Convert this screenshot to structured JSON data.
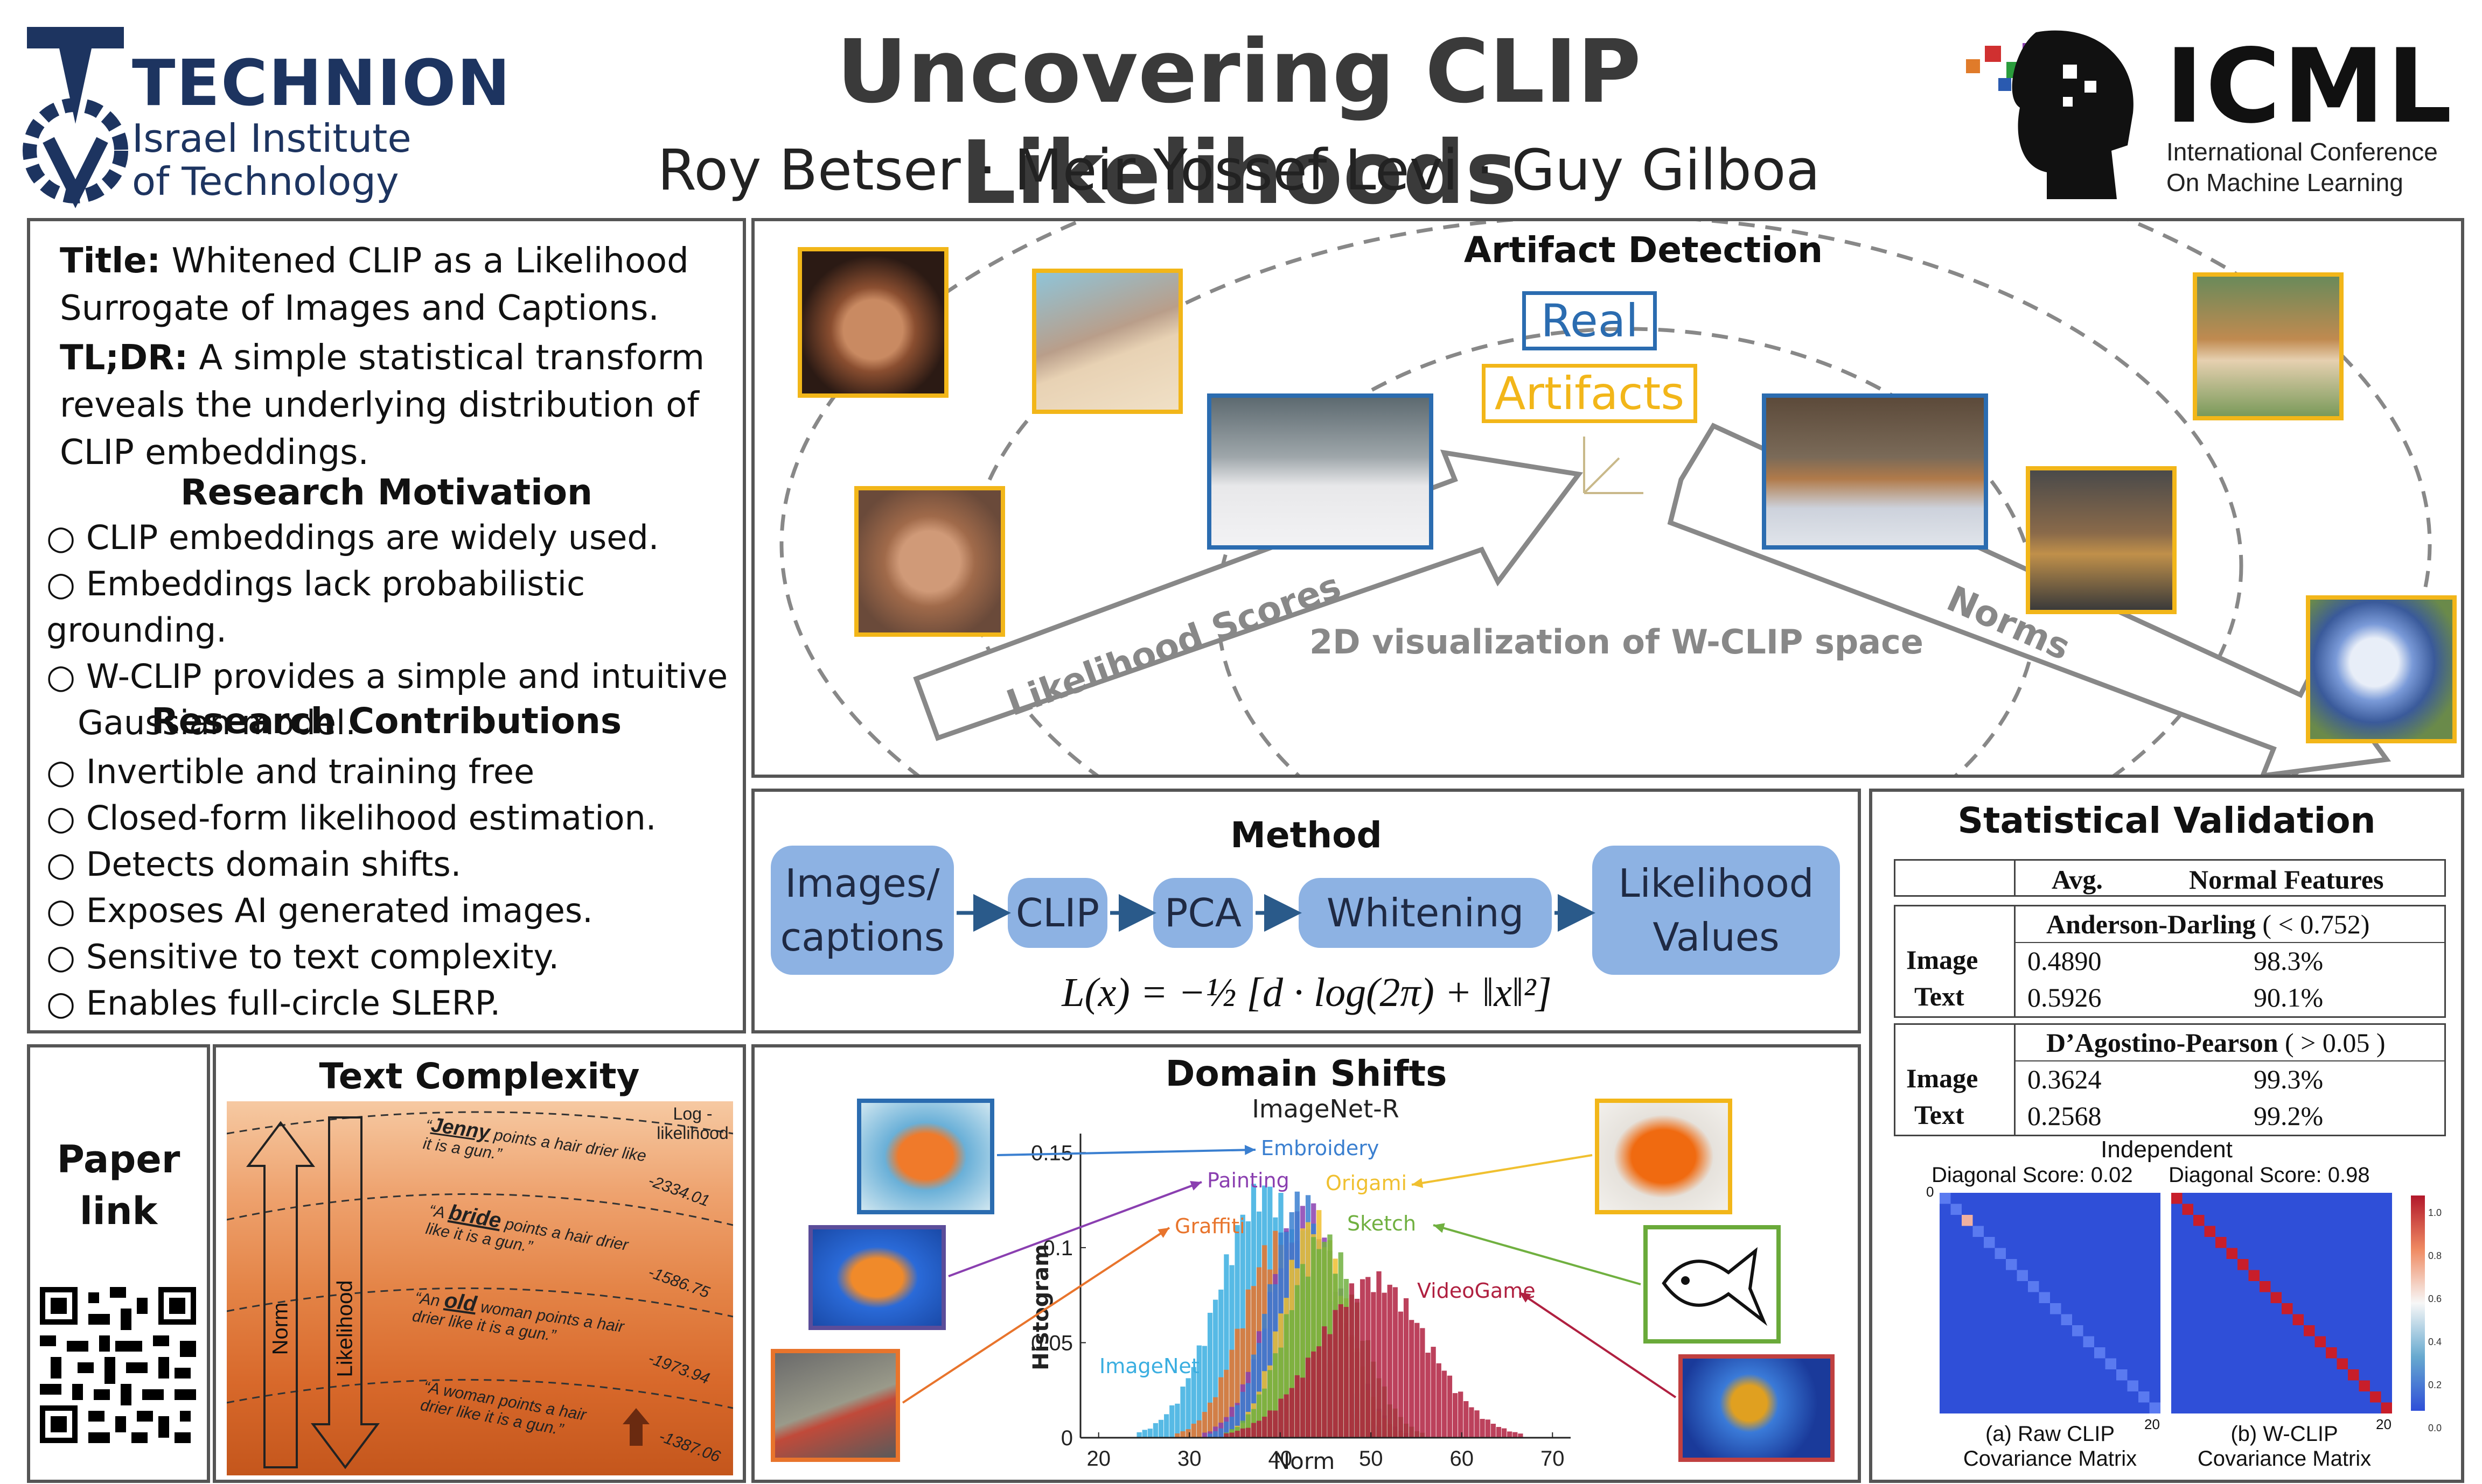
{
  "header": {
    "title": "Uncovering CLIP Likelihoods",
    "authors": "Roy Betser · Meir Yossef Levi · Guy Gilboa",
    "technion": {
      "line1": "TECHNION",
      "line2": "Israel Institute",
      "line3": "of Technology"
    },
    "icml": {
      "big": "ICML",
      "line1": "International Conference",
      "line2": "On Machine Learning"
    }
  },
  "summary": {
    "title_label": "Title:",
    "title_text": " Whitened CLIP as a Likelihood Surrogate of Images and Captions.",
    "tldr_label": "TL;DR:",
    "tldr_text": " A simple statistical transform reveals the underlying distribution of CLIP embeddings.",
    "motivation_heading": "Research Motivation",
    "motivation": [
      "CLIP embeddings are widely used.",
      "Embeddings lack probabilistic grounding.",
      "W-CLIP provides a simple and intuitive Gaussian model."
    ],
    "contributions_heading": "Research Contributions",
    "contributions": [
      "Invertible and training free",
      "Closed-form likelihood estimation.",
      "Detects domain shifts.",
      "Exposes AI generated images.",
      "Sensitive to text complexity.",
      "Enables full-circle SLERP."
    ]
  },
  "artifact": {
    "heading": "Artifact Detection",
    "legend_real": "Real",
    "legend_artifacts": "Artifacts",
    "arrow_left": "Likelihood Scores",
    "arrow_right": "Norms",
    "caption": "2D visualization of W-CLIP space"
  },
  "method": {
    "heading": "Method",
    "steps": [
      "Images/ captions",
      "CLIP",
      "PCA",
      "Whitening",
      "Likelihood Values"
    ],
    "formula": "L(x) = −½ [d · log(2π) + ‖x‖²]"
  },
  "statval": {
    "heading": "Statistical Validation",
    "col_avg": "Avg.",
    "col_normal": "Normal Features",
    "test1": "Anderson-Darling",
    "test1_cond": " ( < 0.752)",
    "test2": "D’Agostino-Pearson",
    "test2_cond": " ( > 0.05 )",
    "row_image": "Image",
    "row_text": "Text",
    "ad_image_avg": "0.4890",
    "ad_image_norm": "98.3%",
    "ad_text_avg": "0.5926",
    "ad_text_norm": "90.1%",
    "dp_image_avg": "0.3624",
    "dp_image_norm": "99.3%",
    "dp_text_avg": "0.2568",
    "dp_text_norm": "99.2%",
    "independent": "Independent",
    "score_a": "Diagonal Score: 0.02",
    "score_b": "Diagonal Score: 0.98",
    "tick0": "0",
    "tick20": "20",
    "cap_a1": "(a) Raw CLIP",
    "cap_a2": "Covariance Matrix",
    "cap_b1": "(b) W-CLIP",
    "cap_b2": "Covariance Matrix",
    "cbar_ticks": [
      "1.0",
      "0.8",
      "0.6",
      "0.4",
      "0.2",
      "0.0"
    ]
  },
  "paper": {
    "label1": "Paper",
    "label2": "link"
  },
  "textcomplexity": {
    "heading": "Text Complexity",
    "loglik_header": "Log - likelihood",
    "axis_norm": "Norm",
    "axis_likelihood": "Likelihood",
    "sentences": [
      {
        "pre": "“",
        "key": "Jenny",
        "post": " points a hair drier like it is a gun.”",
        "score": "-2334.01"
      },
      {
        "pre": "“A ",
        "key": "bride",
        "post": " points a hair drier like it is a gun.”",
        "score": "-1586.75"
      },
      {
        "pre": "“An ",
        "key": "old",
        "post": " woman points a hair drier like it is a gun.”",
        "score": "-1973.94"
      },
      {
        "pre": "“A woman points a hair drier like it is a gun.”",
        "key": "",
        "post": "",
        "score": "-1387.06"
      }
    ]
  },
  "domain": {
    "heading": "Domain Shifts",
    "chart_data": {
      "type": "bar",
      "title": "ImageNet-R",
      "xlabel": "Norm",
      "ylabel": "Histogram",
      "xlim": [
        18,
        72
      ],
      "ylim": [
        0,
        0.16
      ],
      "xticks": [
        "20",
        "30",
        "40",
        "50",
        "60",
        "70"
      ],
      "yticks": [
        "0",
        "0.05",
        "0.1",
        "0.15"
      ],
      "series": [
        {
          "name": "ImageNet",
          "color": "#3aaee0",
          "center": 38.0,
          "sd": 5.0,
          "peak": 0.125
        },
        {
          "name": "Graffiti",
          "color": "#e8742c",
          "center": 39.5,
          "sd": 4.0,
          "peak": 0.1
        },
        {
          "name": "Painting",
          "color": "#8a3fb0",
          "center": 42.5,
          "sd": 4.0,
          "peak": 0.115
        },
        {
          "name": "Embroidery",
          "color": "#3a7fd0",
          "center": 42.0,
          "sd": 3.5,
          "peak": 0.12
        },
        {
          "name": "Origami",
          "color": "#f0c030",
          "center": 43.5,
          "sd": 3.5,
          "peak": 0.11
        },
        {
          "name": "Sketch",
          "color": "#70b040",
          "center": 44.5,
          "sd": 4.0,
          "peak": 0.1
        },
        {
          "name": "VideoGame",
          "color": "#b02040",
          "center": 50.0,
          "sd": 6.0,
          "peak": 0.08
        }
      ]
    }
  }
}
